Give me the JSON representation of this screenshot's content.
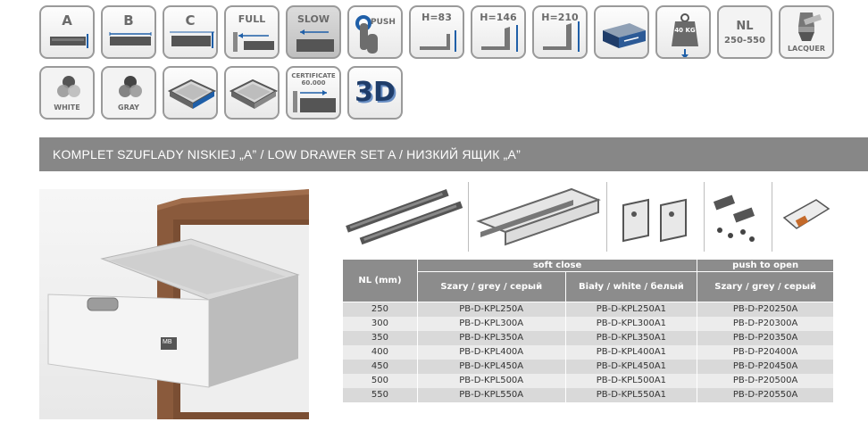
{
  "icons": {
    "row1": [
      {
        "id": "a",
        "label": "A"
      },
      {
        "id": "b",
        "label": "B"
      },
      {
        "id": "c",
        "label": "C"
      },
      {
        "id": "full",
        "label": "FULL"
      },
      {
        "id": "slow",
        "label": "SLOW"
      },
      {
        "id": "push",
        "label": "PUSH"
      },
      {
        "id": "h83",
        "label": "H=83"
      },
      {
        "id": "h146",
        "label": "H=146"
      },
      {
        "id": "h210",
        "label": "H=210"
      },
      {
        "id": "drawer-box",
        "label": ""
      },
      {
        "id": "weight",
        "label": "40 KG"
      },
      {
        "id": "nl",
        "label": "NL",
        "sub": "250-550"
      },
      {
        "id": "lacquer",
        "label": "LACQUER"
      }
    ],
    "row2": [
      {
        "id": "white",
        "label": "WHITE"
      },
      {
        "id": "gray",
        "label": "GRAY"
      },
      {
        "id": "frame-blue",
        "label": ""
      },
      {
        "id": "frame-grey",
        "label": ""
      },
      {
        "id": "certificate",
        "label": "CERTIFICATE",
        "sub": "60.000"
      },
      {
        "id": "3d",
        "label": "3D"
      }
    ]
  },
  "banner": {
    "title": "KOMPLET SZUFLADY NISKIEJ „A” / LOW DRAWER SET A / НИЗКИЙ ЯЩИК „A”"
  },
  "photo": {
    "logo": "MB"
  },
  "table": {
    "nl_header": "NL (mm)",
    "group_soft": "soft close",
    "group_push": "push to open",
    "sub_grey": "Szary / grey / серый",
    "sub_white": "Biały / white / белый",
    "sub_push": "Szary / grey / серый",
    "rows": [
      {
        "nl": "250",
        "grey": "PB-D-KPL250A",
        "white": "PB-D-KPL250A1",
        "push": "PB-D-P20250A"
      },
      {
        "nl": "300",
        "grey": "PB-D-KPL300A",
        "white": "PB-D-KPL300A1",
        "push": "PB-D-P20300A"
      },
      {
        "nl": "350",
        "grey": "PB-D-KPL350A",
        "white": "PB-D-KPL350A1",
        "push": "PB-D-P20350A"
      },
      {
        "nl": "400",
        "grey": "PB-D-KPL400A",
        "white": "PB-D-KPL400A1",
        "push": "PB-D-P20400A"
      },
      {
        "nl": "450",
        "grey": "PB-D-KPL450A",
        "white": "PB-D-KPL450A1",
        "push": "PB-D-P20450A"
      },
      {
        "nl": "500",
        "grey": "PB-D-KPL500A",
        "white": "PB-D-KPL500A1",
        "push": "PB-D-P20500A"
      },
      {
        "nl": "550",
        "grey": "PB-D-KPL550A",
        "white": "PB-D-KPL550A1",
        "push": "PB-D-P20550A"
      }
    ]
  },
  "colors": {
    "banner_bg": "#878787",
    "table_header_bg": "#8c8c8c",
    "row_odd": "#d9d9d9",
    "row_even": "#ececec",
    "accent_blue": "#1f5fa8"
  }
}
